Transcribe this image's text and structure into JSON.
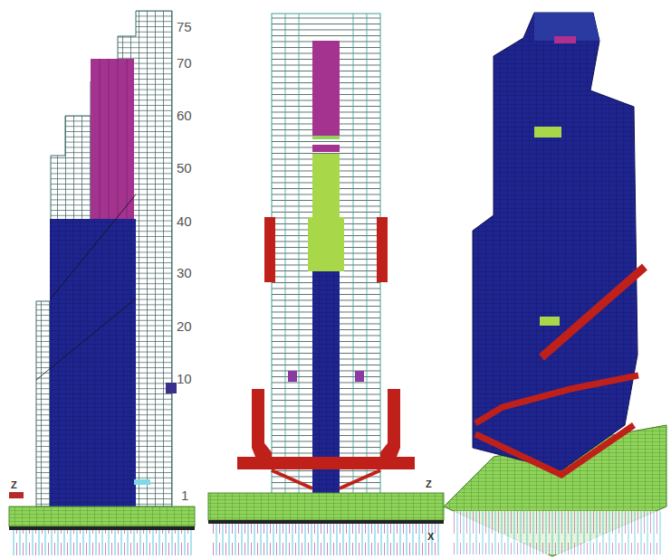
{
  "diagram": {
    "labels": [
      "75",
      "70",
      "60",
      "50",
      "40",
      "30",
      "20",
      "10",
      "1",
      "Z",
      "Z",
      "X"
    ]
  }
}
